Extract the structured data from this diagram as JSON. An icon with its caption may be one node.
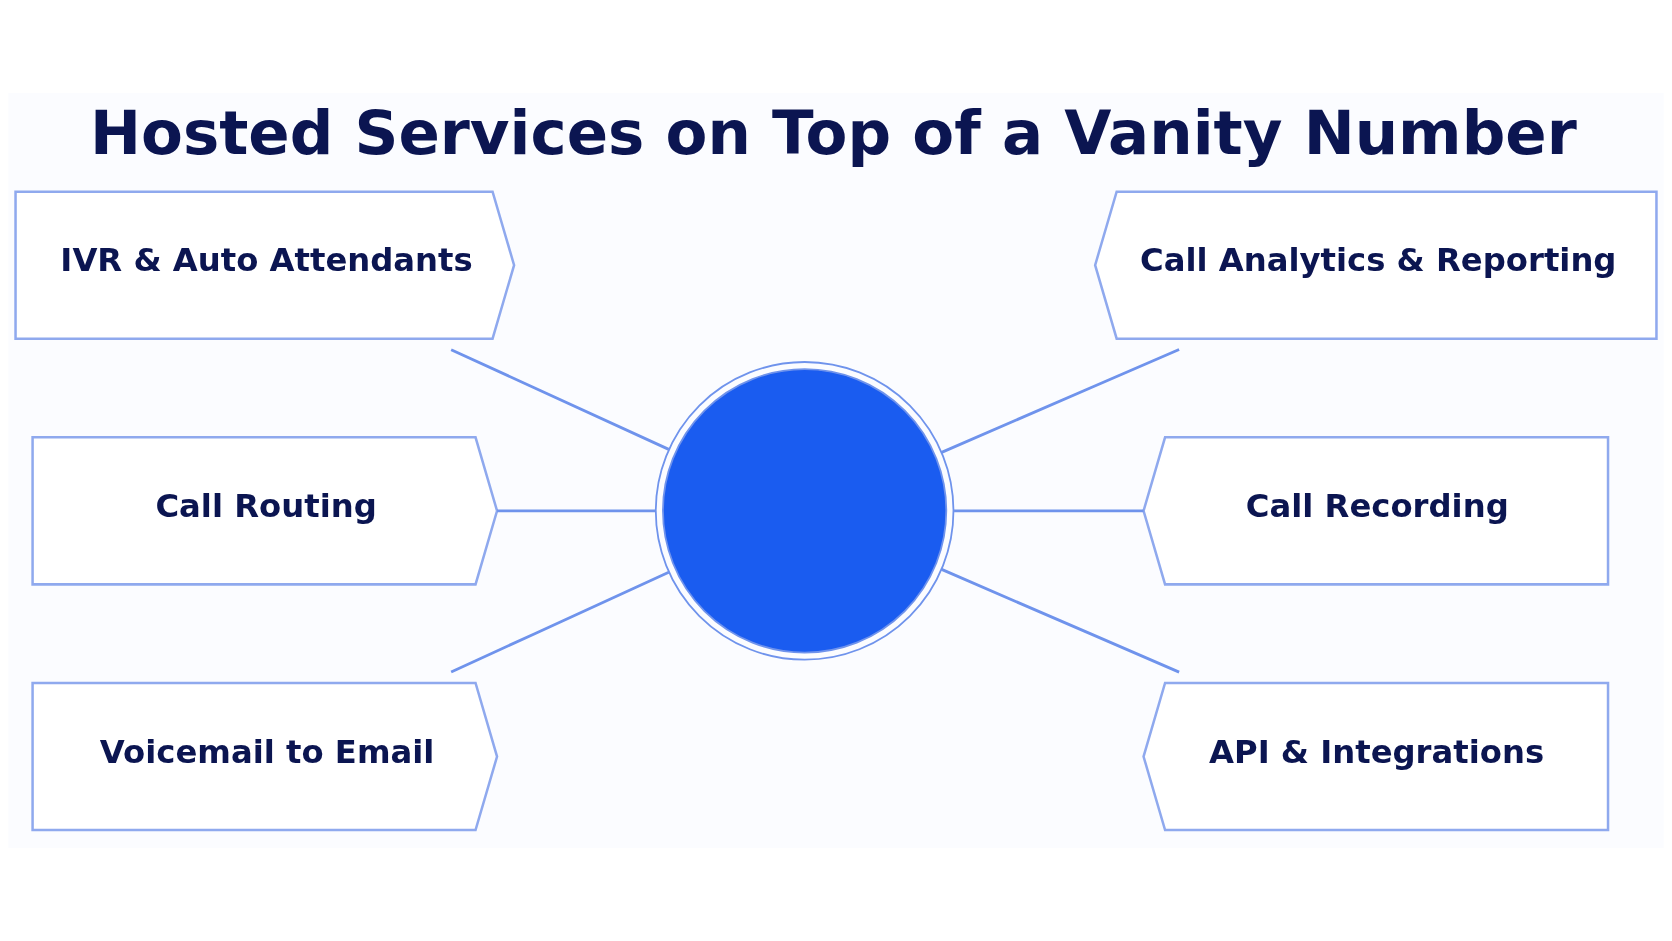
{
  "diagram": {
    "title": "Hosted Services on Top of a Vanity Number",
    "nodes": [
      {
        "text": [
          "IVR & Auto Attendants"
        ]
      },
      {
        "text": [
          "Call Analytics & Reporting"
        ]
      },
      {
        "text": [
          "Call Routing"
        ]
      },
      {
        "text": [],
        "shape": "circle"
      },
      {
        "text": [
          "Call Recording"
        ]
      },
      {
        "text": [
          "Voicemail to Email"
        ]
      },
      {
        "text": [
          "API & Integrations"
        ]
      }
    ],
    "edges": [
      {
        "from": 0,
        "to": 3,
        "arrow": "none"
      },
      {
        "from": 2,
        "to": 3,
        "arrow": "none"
      },
      {
        "from": 5,
        "to": 3,
        "arrow": "none"
      },
      {
        "from": 3,
        "to": 1,
        "arrow": "none"
      },
      {
        "from": 3,
        "to": 4,
        "arrow": "none"
      },
      {
        "from": 3,
        "to": 6,
        "arrow": "none"
      }
    ]
  }
}
